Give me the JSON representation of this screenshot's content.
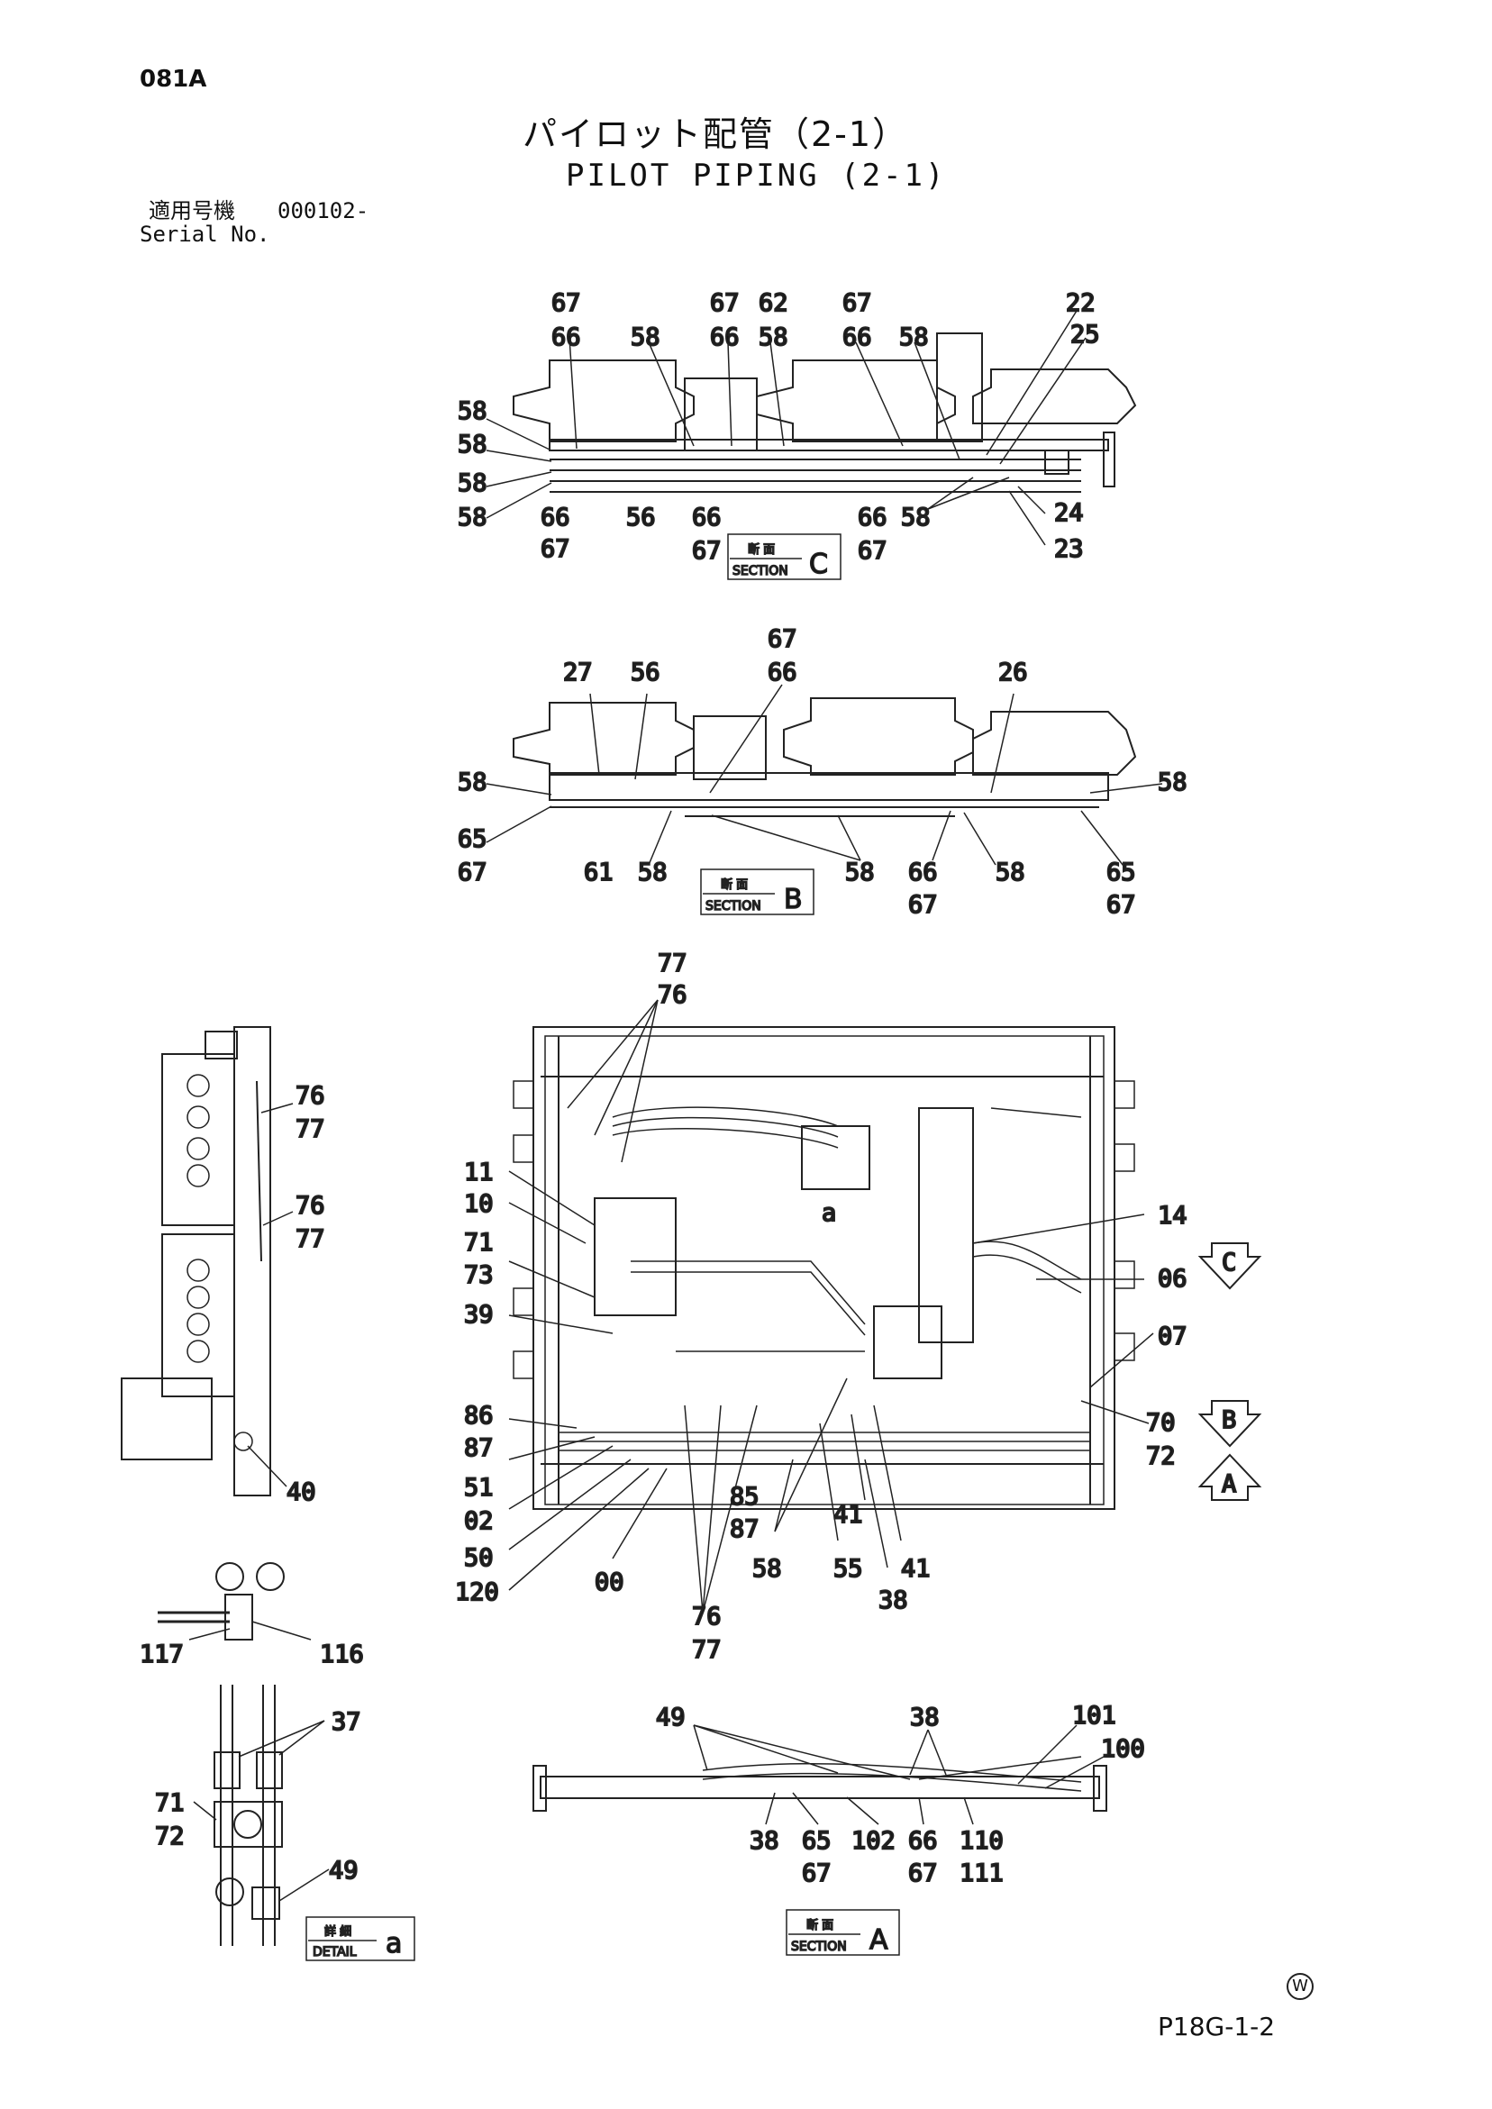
{
  "header": {
    "page_code": "081A",
    "title_jp": "パイロット配管（2-1）",
    "title_en": "PILOT PIPING (2-1)",
    "serial_label_jp": "適用号機",
    "serial_value": "000102-",
    "serial_label_en": "Serial No."
  },
  "footer": {
    "drawing_code": "P18G-1-2",
    "watermark": "W"
  },
  "views": {
    "section_c": {
      "label_jp": "断 面",
      "label_en": "SECTION",
      "letter": "C"
    },
    "section_b": {
      "label_jp": "断 面",
      "label_en": "SECTION",
      "letter": "B"
    },
    "section_a": {
      "label_jp": "断 面",
      "label_en": "SECTION",
      "letter": "A"
    },
    "detail_a": {
      "label_jp": "詳 細",
      "label_en": "DETAIL",
      "letter": "a"
    }
  },
  "section_markers": [
    "C",
    "B",
    "A"
  ],
  "callouts": {
    "section_c": [
      "67",
      "66",
      "58",
      "67",
      "66",
      "62",
      "58",
      "67",
      "66",
      "58",
      "22",
      "25",
      "58",
      "58",
      "58",
      "58",
      "56",
      "66",
      "67",
      "66",
      "67",
      "66",
      "67",
      "58",
      "24",
      "23"
    ],
    "section_b": [
      "67",
      "66",
      "27",
      "56",
      "26",
      "58",
      "58",
      "65",
      "67",
      "61",
      "58",
      "58",
      "66",
      "67",
      "58",
      "65",
      "67"
    ],
    "main_view": [
      "77",
      "76",
      "11",
      "10",
      "71",
      "73",
      "39",
      "86",
      "87",
      "51",
      "02",
      "50",
      "120",
      "00",
      "85",
      "87",
      "58",
      "55",
      "41",
      "41",
      "38",
      "76",
      "77",
      "14",
      "06",
      "07",
      "70",
      "72",
      "a"
    ],
    "side_view": [
      "76",
      "77",
      "76",
      "77",
      "40"
    ],
    "detail_small": [
      "117",
      "116"
    ],
    "detail_a": [
      "37",
      "71",
      "72",
      "49"
    ],
    "section_a": [
      "49",
      "38",
      "101",
      "100",
      "38",
      "65",
      "67",
      "102",
      "66",
      "67",
      "110",
      "111"
    ]
  }
}
